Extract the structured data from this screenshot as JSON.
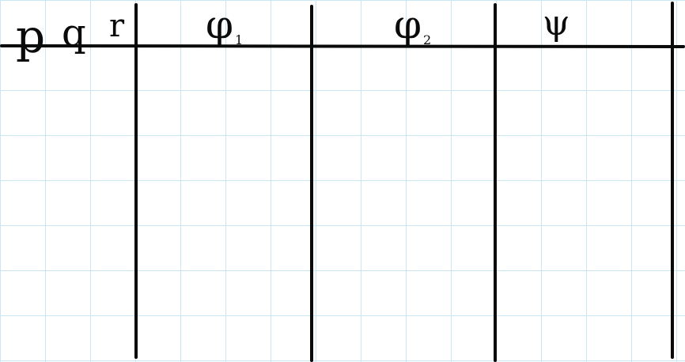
{
  "truth_table": {
    "headers": {
      "p": "p",
      "q": "q",
      "r": "r",
      "phi1": {
        "symbol": "φ",
        "subscript": "1"
      },
      "phi2": {
        "symbol": "φ",
        "subscript": "2"
      },
      "psi": "ψ"
    },
    "colors": {
      "ink": "#0a0a0a",
      "grid": "#c9e6f5",
      "paper": "#ffffff"
    }
  }
}
